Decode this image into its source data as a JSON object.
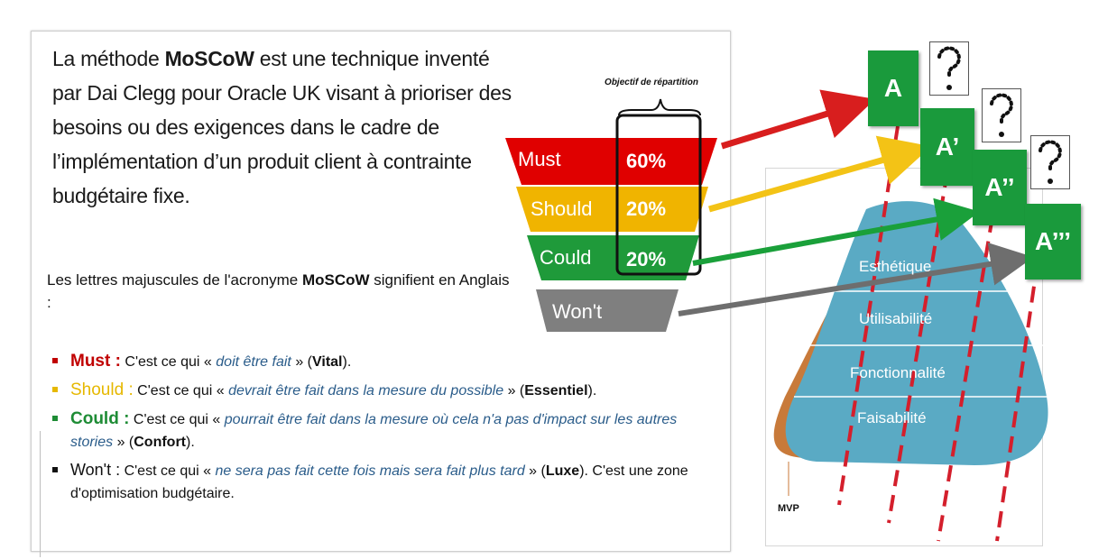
{
  "intro": {
    "p1": "La méthode ",
    "brand": "MoSCoW",
    "p2": " est une technique inventé par Dai Clegg pour Oracle UK visant à prioriser des besoins ou des exigences dans le cadre de l’implémentation d’un produit client à contrainte budgétaire fixe."
  },
  "subhead": {
    "p1": "Les lettres majuscules de l'acronyme ",
    "brand": "MoSCoW",
    "p2": " signifient en Anglais :"
  },
  "bullets": [
    {
      "keyword": "Must :",
      "pre": " C'est ce qui « ",
      "quote": "doit être fait",
      "post": " » (",
      "tag": "Vital",
      "end": ").",
      "color": "#c00000"
    },
    {
      "keyword": "Should :",
      "pre": " C'est ce qui  « ",
      "quote": "devrait être fait dans la mesure du possible",
      "post": " » (",
      "tag": "Essentiel",
      "end": ").",
      "color": "#e6b800"
    },
    {
      "keyword": "Could :",
      "pre": " C'est ce qui « ",
      "quote": "pourrait être fait dans la mesure où cela n'a pas d'impact sur les autres stories",
      "post": " » (",
      "tag": "Confort",
      "end": ").",
      "color": "#1e8c35"
    },
    {
      "keyword": "Won't :",
      "pre": " C'est ce qui « ",
      "quote": "ne sera pas fait cette fois mais sera fait plus tard",
      "post": " » (",
      "tag": "Luxe",
      "end": "). C'est une zone d'optimisation budgétaire.",
      "color": "#111111"
    }
  ],
  "funnel": {
    "objectif_label": "Objectif de répartition",
    "rows": [
      {
        "label": "Must",
        "pct": "60%",
        "color": "#e00000"
      },
      {
        "label": "Should",
        "pct": "20%",
        "color": "#f0b400"
      },
      {
        "label": "Could",
        "pct": "20%",
        "color": "#1f9a3a"
      },
      {
        "label": "Won't",
        "pct": "",
        "color": "#7f7f7f"
      }
    ]
  },
  "versions": [
    "A",
    "A’",
    "A’’",
    "A’’’"
  ],
  "pyramid": {
    "layers": [
      "Esthétique",
      "Utilisabilité",
      "Fonctionnalité",
      "Faisabilité"
    ],
    "mvp_label": "MVP"
  },
  "colors": {
    "arrow_must": "#d81e1e",
    "arrow_should": "#f3c316",
    "arrow_could": "#1aa03a",
    "arrow_wont": "#6e6e6e",
    "box_green": "#1a9a3c",
    "pyramid_blue": "#5aaac4",
    "pyramid_orange": "#c87a3a",
    "dash_red": "#d41f2c"
  }
}
